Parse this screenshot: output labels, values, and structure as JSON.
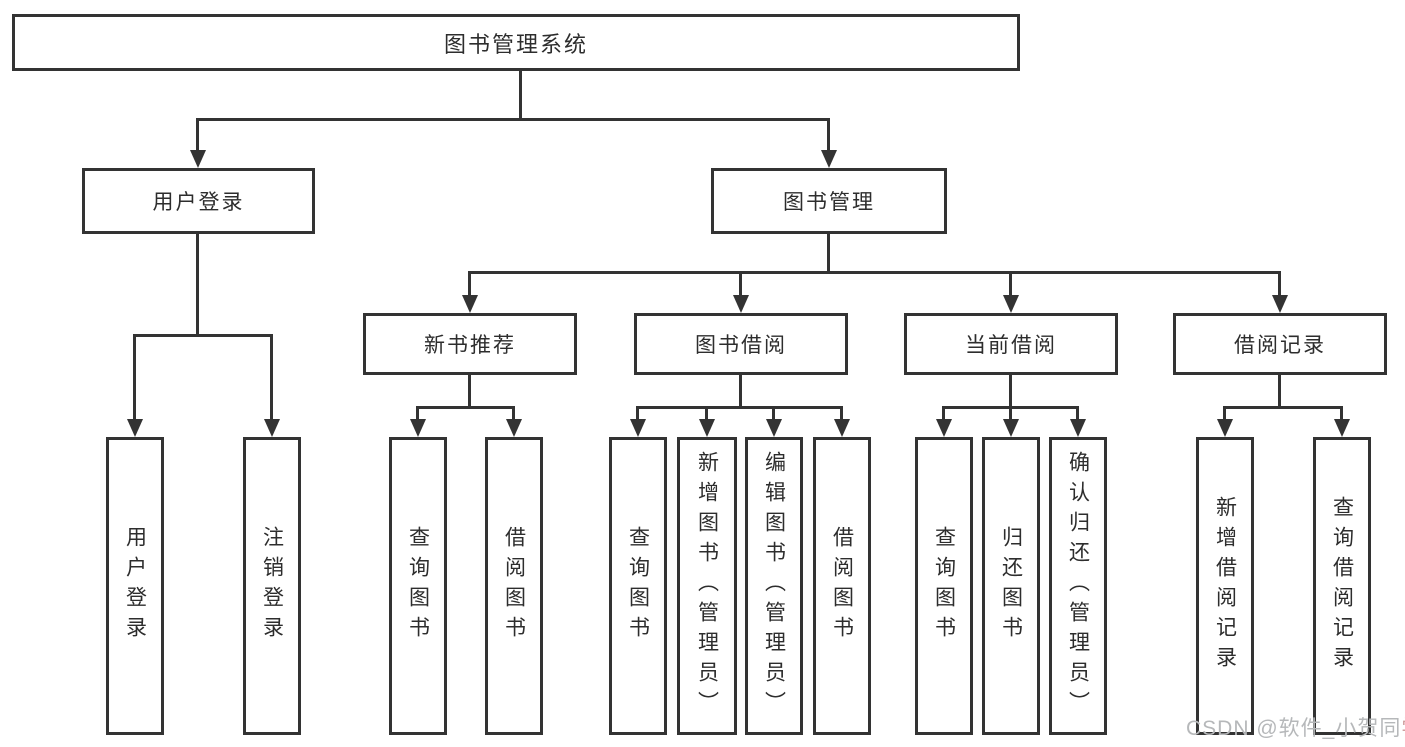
{
  "diagram": {
    "title": "图书管理系统",
    "root": {
      "label": "图书管理系统"
    },
    "branches": [
      {
        "label": "用户登录",
        "children": [
          "用户登录",
          "注销登录"
        ]
      },
      {
        "label": "图书管理",
        "sections": [
          {
            "label": "新书推荐",
            "children": [
              "查询图书",
              "借阅图书"
            ]
          },
          {
            "label": "图书借阅",
            "children": [
              "查询图书",
              "新增图书（管理员）",
              "编辑图书（管理员）",
              "借阅图书"
            ]
          },
          {
            "label": "当前借阅",
            "children": [
              "查询图书",
              "归还图书",
              "确认归还（管理员）"
            ]
          },
          {
            "label": "借阅记录",
            "children": [
              "新增借阅记录",
              "查询借阅记录"
            ]
          }
        ]
      }
    ]
  },
  "watermark": {
    "text": "CSDN @软件_小贺同",
    "accent": "学"
  },
  "colors": {
    "line": "#333333",
    "text": "#2d2d2d",
    "background": "#ffffff",
    "watermark": "#b6b8ba",
    "watermark_accent": "#cf9f9f"
  }
}
